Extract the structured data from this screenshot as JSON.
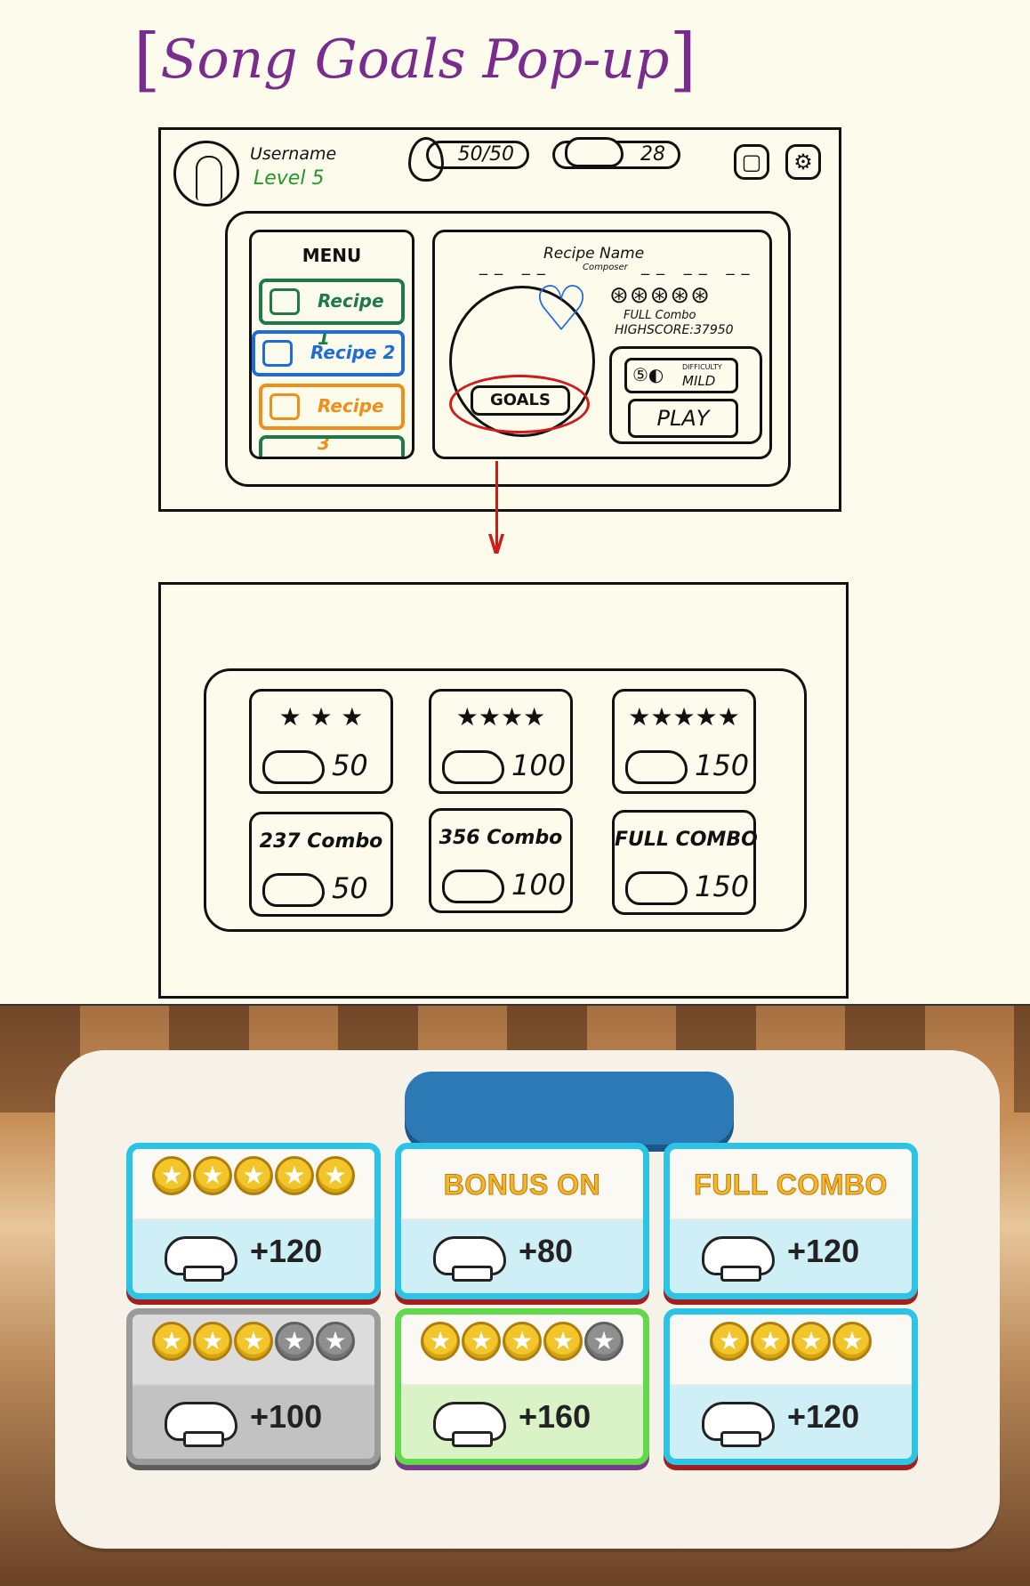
{
  "sketch": {
    "title": "Song Goals Pop-up",
    "hud": {
      "username": "Username",
      "level": "Level 5",
      "energy": "50/50",
      "hats": "28",
      "settings_icon": "gear-icon"
    },
    "menu": {
      "title": "MENU",
      "recipes": [
        "Recipe 1",
        "Recipe 2",
        "Recipe 3"
      ]
    },
    "detail": {
      "recipe_name": "Recipe Name",
      "composer": "Composer",
      "full_combo": "FULL Combo",
      "high_score": "HIGHSCORE:37950",
      "difficulty_label": "DIFFICULTY",
      "difficulty_value": "MILD",
      "play_label": "PLAY",
      "goals_label": "GOALS"
    },
    "goal_cards": [
      {
        "top": "★ ★ ★",
        "value": "50"
      },
      {
        "top": "★★★★",
        "value": "100"
      },
      {
        "top": "★★★★★",
        "value": "150"
      },
      {
        "top": "237 Combo",
        "value": "50"
      },
      {
        "top": "356 Combo",
        "value": "100"
      },
      {
        "top": "FULL COMBO",
        "value": "150"
      }
    ]
  },
  "game": {
    "cards": [
      {
        "style": "blue",
        "kind": "stars",
        "stars_on": 5,
        "stars_total": 5,
        "reward": "+120"
      },
      {
        "style": "blue",
        "kind": "text",
        "text": "BONUS ON",
        "reward": "+80"
      },
      {
        "style": "blue",
        "kind": "text",
        "text": "FULL COMBO",
        "reward": "+120"
      },
      {
        "style": "grey",
        "kind": "stars",
        "stars_on": 3,
        "stars_total": 5,
        "reward": "+100"
      },
      {
        "style": "green",
        "kind": "stars",
        "stars_on": 4,
        "stars_total": 5,
        "reward": "+160"
      },
      {
        "style": "blue",
        "kind": "stars",
        "stars_on": 4,
        "stars_total": 4,
        "reward": "+120"
      }
    ],
    "colors": {
      "banner": "#2c7ab5",
      "card_border": "#2cc4e6",
      "coin": "#f2c62a"
    }
  }
}
